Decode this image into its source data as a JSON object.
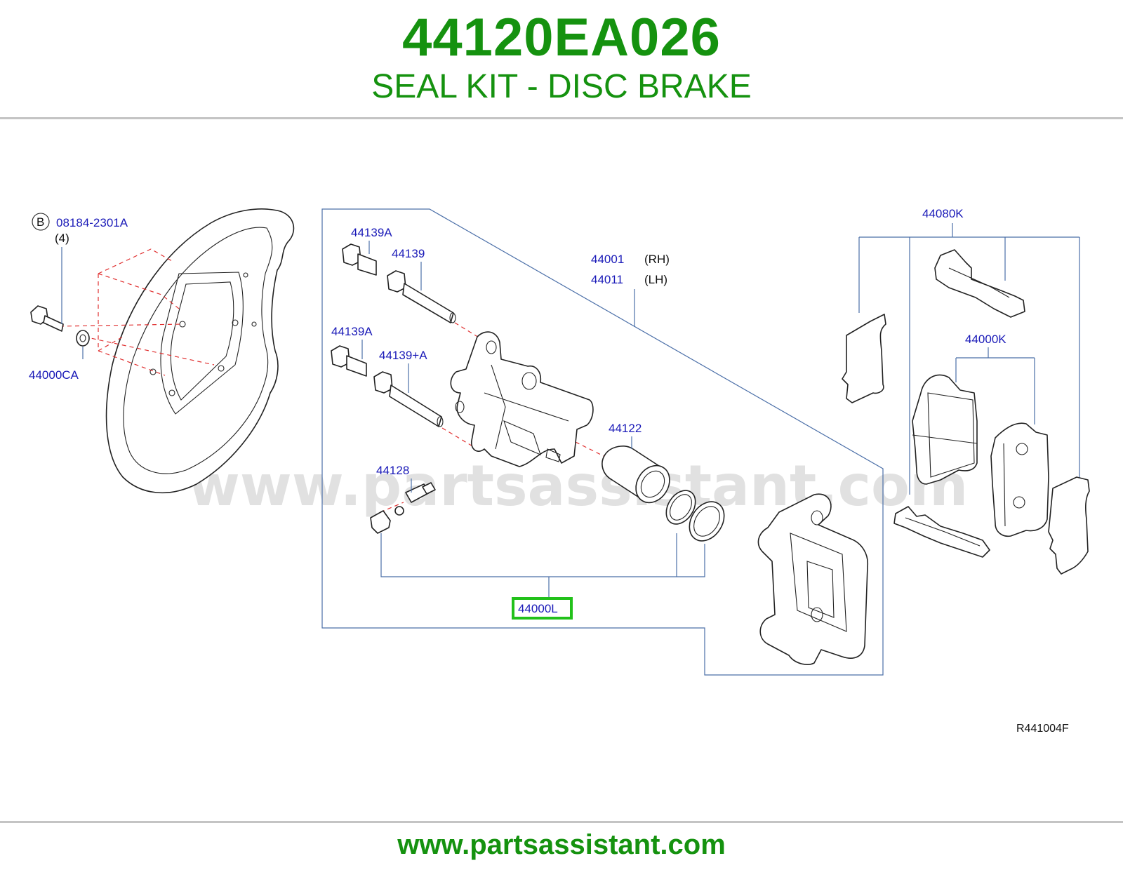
{
  "header": {
    "part_number": "44120EA026",
    "part_name": "SEAL KIT - DISC BRAKE"
  },
  "footer": {
    "url": "www.partsassistant.com"
  },
  "watermark": "www.partsassistant.com",
  "diagram": {
    "code": "R441004F",
    "highlight_color": "#22c11a",
    "labels": {
      "b_marker": "B",
      "bolt_part": "08184-2301A",
      "bolt_qty": "(4)",
      "washer": "44000CA",
      "pin_bolt_a1": "44139A",
      "pin_bolt_1": "44139",
      "pin_bolt_a2": "44139A",
      "pin_bolt_2": "44139+A",
      "caliper_rh": "44001",
      "caliper_rh_side": "(RH)",
      "caliper_lh": "44011",
      "caliper_lh_side": "(LH)",
      "piston": "44122",
      "bleeder": "44128",
      "seal_kit": "44000L",
      "hardware_kit": "44080K",
      "pad_kit": "44000K"
    }
  }
}
